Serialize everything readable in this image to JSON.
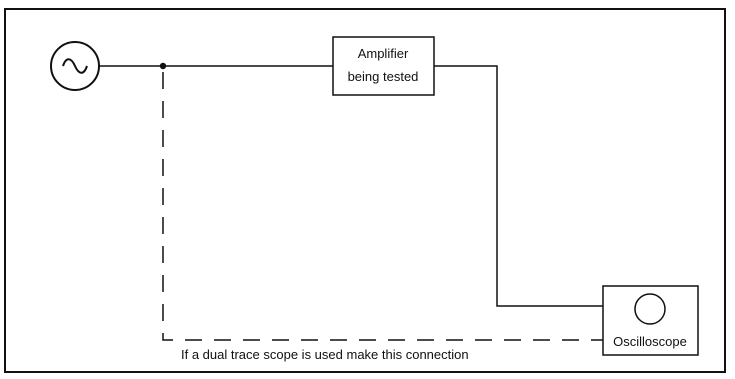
{
  "diagram": {
    "amplifier_label_line1": "Amplifier",
    "amplifier_label_line2": "being tested",
    "oscilloscope_label": "Oscilloscope",
    "note": "If a dual trace scope is used make this connection",
    "signal_generator_symbol": "~"
  },
  "colors": {
    "line": "#111111",
    "background": "#ffffff"
  }
}
